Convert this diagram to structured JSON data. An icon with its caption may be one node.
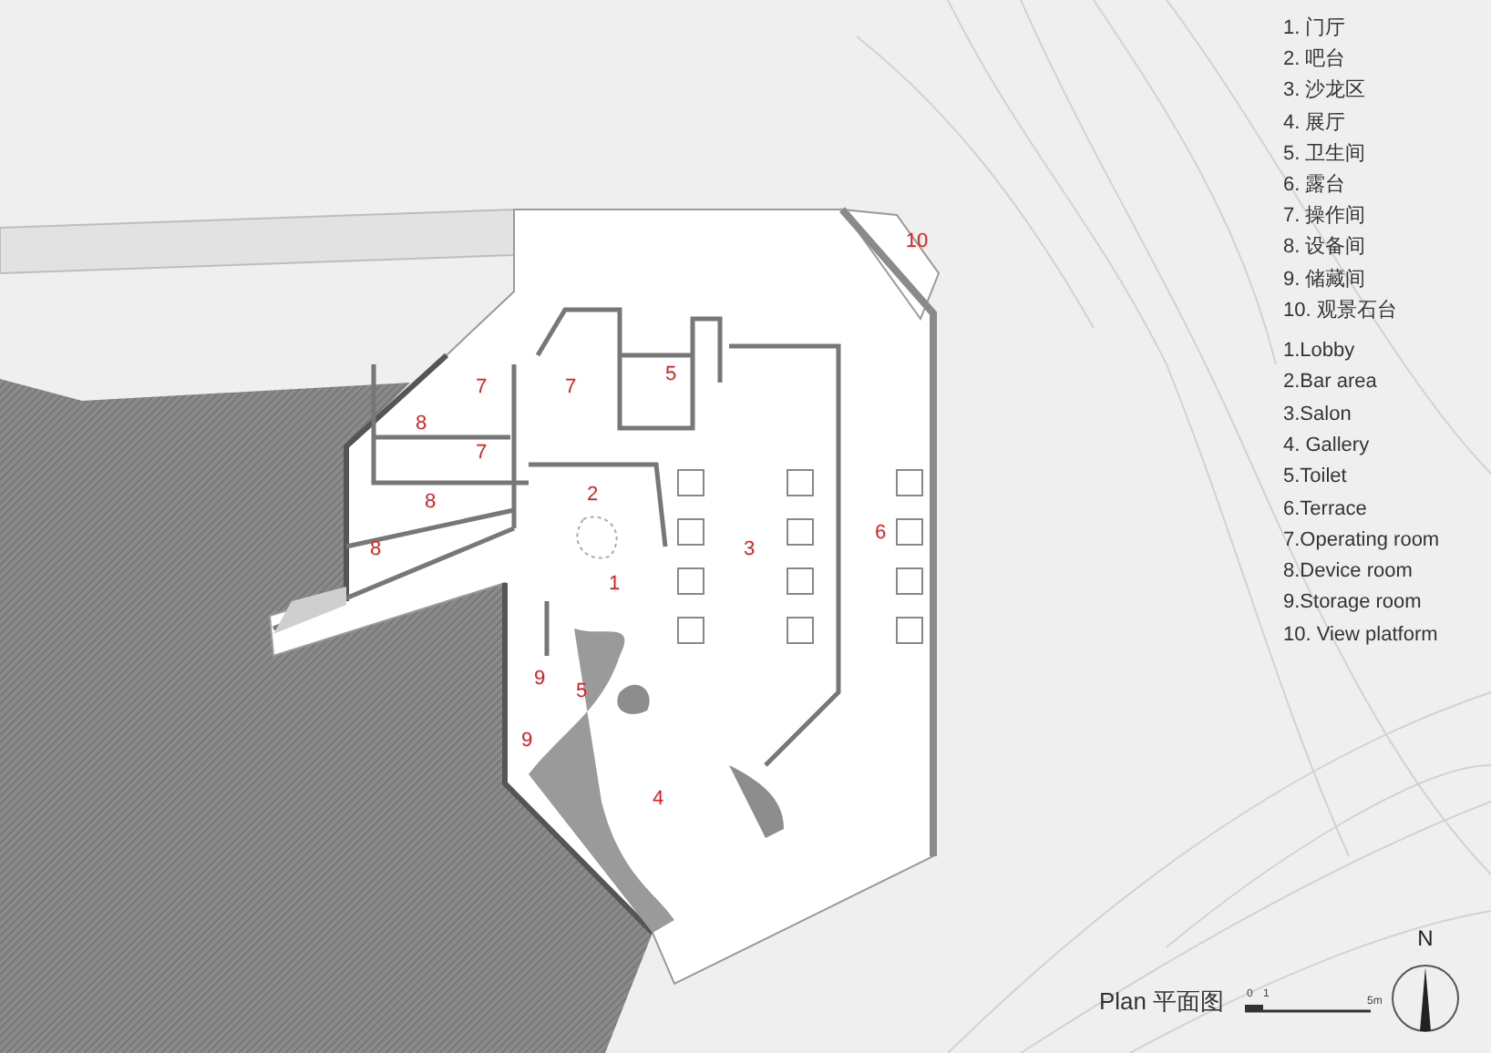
{
  "diagram": {
    "caption": "Plan 平面图",
    "labels": [
      "10",
      "5",
      "7",
      "7",
      "8",
      "7",
      "2",
      "8",
      "6",
      "8",
      "3",
      "1",
      "9",
      "5",
      "9",
      "4",
      "1. 门厅",
      "2. 吧台",
      "3. 沙龙区",
      "4. 展厅",
      "5. 卫生间",
      "6. 露台",
      "7. 操作间",
      "8. 设备间",
      "9. 储藏间",
      "10. 观景石台",
      "1.Lobby",
      "2.Bar area",
      "3.Salon",
      "4. Gallery",
      "5.Toilet",
      "6.Terrace",
      "7.Operating room",
      "8.Device room",
      "9.Storage room",
      "10. View platform",
      "0",
      "1",
      "5m",
      "N"
    ]
  }
}
